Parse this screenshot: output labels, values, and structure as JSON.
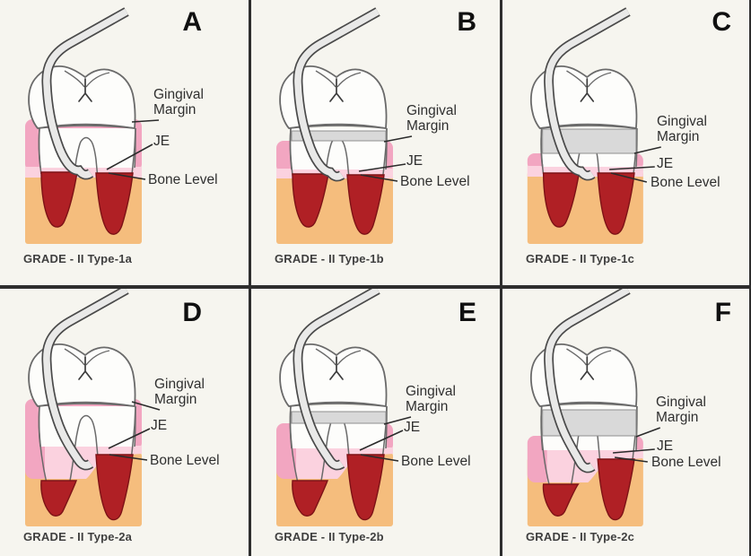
{
  "labels": {
    "gingival_margin": "Gingival Margin",
    "junctional_epithelium": "JE",
    "bone_level": "Bone Level"
  },
  "panels": [
    {
      "letter": "A",
      "caption": "GRADE - II Type-1a",
      "variant": "1a"
    },
    {
      "letter": "B",
      "caption": "GRADE - II Type-1b",
      "variant": "1b"
    },
    {
      "letter": "C",
      "caption": "GRADE - II Type-1c",
      "variant": "1c"
    },
    {
      "letter": "D",
      "caption": "GRADE - II Type-2a",
      "variant": "2a"
    },
    {
      "letter": "E",
      "caption": "GRADE - II Type-2b",
      "variant": "2b"
    },
    {
      "letter": "F",
      "caption": "GRADE - II Type-2c",
      "variant": "2c"
    }
  ],
  "colors": {
    "gingiva_pink": "#f2a6c1",
    "je_pink": "#fbd2df",
    "bone_orange": "#f5bd7d",
    "root_red": "#b02025",
    "root_red_dark": "#7d1216",
    "probe_gray": "#e9e9e8",
    "probe_outline": "#4a4a4a",
    "recession_gray": "#d9d9d9",
    "tooth_white": "#fdfdfb",
    "outline_gray": "#6a6a6a",
    "background": "#f6f5ef",
    "divider": "#2e2e2e",
    "leader_line": "#2b2b2b",
    "text": "#2f2f2f"
  }
}
